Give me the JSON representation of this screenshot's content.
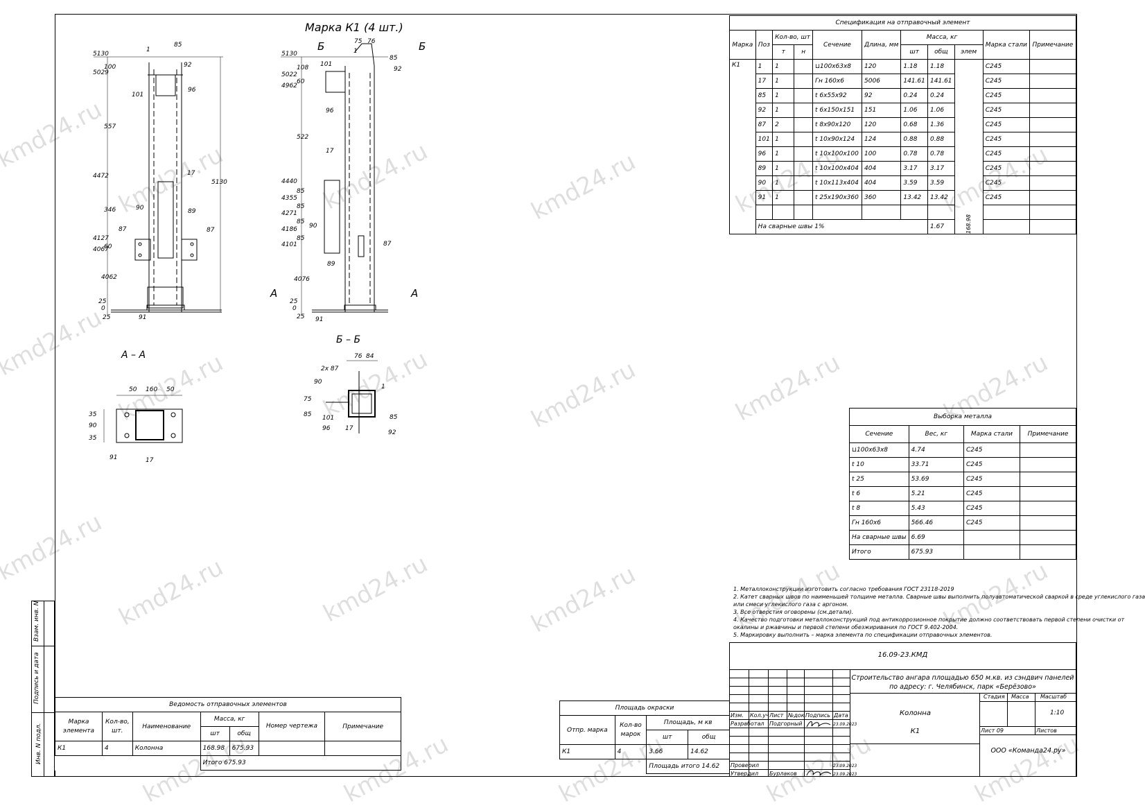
{
  "drawing": {
    "mark_title": "Марка К1 (4 шт.)",
    "section_aa": "А – А",
    "section_bb": "Б – Б",
    "cut_a": "А",
    "cut_b": "Б",
    "left_view": {
      "levels": [
        "5130",
        "5029",
        "4472",
        "4127",
        "4067",
        "25",
        "0"
      ],
      "dims": [
        "100",
        "557",
        "346",
        "60",
        "4062",
        "25",
        "5130"
      ],
      "pos": [
        "1",
        "85",
        "92",
        "101",
        "96",
        "17",
        "90",
        "89",
        "87",
        "87",
        "91"
      ]
    },
    "side_view": {
      "levels": [
        "5130",
        "5022",
        "4962",
        "4440",
        "4355",
        "4271",
        "4186",
        "4101",
        "25",
        "0"
      ],
      "dims": [
        "108",
        "60",
        "522",
        "85",
        "85",
        "85",
        "85",
        "4076",
        "25",
        "75",
        "76"
      ],
      "pos": [
        "1",
        "85",
        "92",
        "101",
        "96",
        "17",
        "90",
        "89",
        "87",
        "91"
      ]
    },
    "aa_view": {
      "dims": [
        "50",
        "160",
        "50",
        "35",
        "90",
        "35"
      ],
      "pos": [
        "91",
        "17"
      ]
    },
    "bb_view": {
      "dims": [
        "76",
        "84",
        "75",
        "85"
      ],
      "pos": [
        "2х 87",
        "90",
        "101",
        "96",
        "17",
        "92",
        "85",
        "1"
      ]
    }
  },
  "spec": {
    "title": "Спецификация на отправочный элемент",
    "headers": {
      "mark": "Марка",
      "pos": "Поз",
      "qty": "Кол-во, шт",
      "t": "т",
      "n": "н",
      "section": "Сечение",
      "length": "Длина, мм",
      "mass": "Масса, кг",
      "sht": "шт",
      "obsh": "общ",
      "elem": "элем",
      "steel": "Марка стали",
      "note": "Примечание"
    },
    "mark_value": "К1",
    "rows": [
      {
        "pos": "1",
        "qty": "1",
        "section": "⊔100х63х8",
        "length": "120",
        "sht": "1.18",
        "obsh": "1.18",
        "steel": "С245"
      },
      {
        "pos": "17",
        "qty": "1",
        "section": "Гн    160х6",
        "length": "5006",
        "sht": "141.61",
        "obsh": "141.61",
        "steel": "С245"
      },
      {
        "pos": "85",
        "qty": "1",
        "section": "t 6х55х92",
        "length": "92",
        "sht": "0.24",
        "obsh": "0.24",
        "steel": "С245"
      },
      {
        "pos": "92",
        "qty": "1",
        "section": "t 6х150х151",
        "length": "151",
        "sht": "1.06",
        "obsh": "1.06",
        "steel": "С245"
      },
      {
        "pos": "87",
        "qty": "2",
        "section": "t 8х90х120",
        "length": "120",
        "sht": "0.68",
        "obsh": "1.36",
        "steel": "С245"
      },
      {
        "pos": "101",
        "qty": "1",
        "section": "t 10х90х124",
        "length": "124",
        "sht": "0.88",
        "obsh": "0.88",
        "steel": "С245"
      },
      {
        "pos": "96",
        "qty": "1",
        "section": "t 10х100х100",
        "length": "100",
        "sht": "0.78",
        "obsh": "0.78",
        "steel": "С245"
      },
      {
        "pos": "89",
        "qty": "1",
        "section": "t 10х100х404",
        "length": "404",
        "sht": "3.17",
        "obsh": "3.17",
        "steel": "С245"
      },
      {
        "pos": "90",
        "qty": "1",
        "section": "t 10х113х404",
        "length": "404",
        "sht": "3.59",
        "obsh": "3.59",
        "steel": "С245"
      },
      {
        "pos": "91",
        "qty": "1",
        "section": "t 25х190х360",
        "length": "360",
        "sht": "13.42",
        "obsh": "13.42",
        "steel": "С245"
      }
    ],
    "welds_label": "На сварные швы 1%",
    "welds_value": "1.67",
    "elem_total": "168.98"
  },
  "metal": {
    "title": "Выборка металла",
    "headers": {
      "section": "Сечение",
      "weight": "Вес, кг",
      "steel": "Марка стали",
      "note": "Примечание"
    },
    "rows": [
      {
        "section": "⊔100х63х8",
        "weight": "4.74",
        "steel": "С245"
      },
      {
        "section": "t 10",
        "weight": "33.71",
        "steel": "С245"
      },
      {
        "section": "t 25",
        "weight": "53.69",
        "steel": "С245"
      },
      {
        "section": "t 6",
        "weight": "5.21",
        "steel": "С245"
      },
      {
        "section": "t 8",
        "weight": "5.43",
        "steel": "С245"
      },
      {
        "section": "Гн    160х6",
        "weight": "566.46",
        "steel": "С245"
      },
      {
        "section": "На сварные швы",
        "weight": "6.69",
        "steel": ""
      },
      {
        "section": "Итого",
        "weight": "675.93",
        "steel": ""
      }
    ]
  },
  "notes": [
    "1. Металлоконструкции изготовить согласно требования ГОСТ 23118-2019",
    "2. Катет сварных швов по наименьшей толщине металла. Сварные швы выполнить полуавтоматической сваркой в среде углекислого газа",
    "или смеси углекислого газа с аргоном.",
    "3. Все отверстия оговорены (см.детали).",
    "4. Качество подготовки металлоконструкций под антикоррозионное покрытие должно соответствовать первой степени очистки от",
    "окалины и   ржавчины и первой степени обезжиривания по ГОСТ 9.402-2004.",
    "5. Маркировку выполнить – марка элемента по спецификации отправочных элементов."
  ],
  "vedomost": {
    "title": "Ведомость отправочных элементов",
    "headers": {
      "mark": "Марка элемента",
      "qty": "Кол-во, шт.",
      "name": "Наименование",
      "mass": "Масса, кг",
      "sht": "шт",
      "obsh": "общ",
      "drawing": "Номер чертежа",
      "note": "Примечание"
    },
    "row": {
      "mark": "К1",
      "qty": "4",
      "name": "Колонна",
      "sht": "168.98",
      "obsh": "675.93"
    },
    "total": "Итого  675.93"
  },
  "paint": {
    "title": "Площадь окраски",
    "headers": {
      "mark": "Отпр. марка",
      "qty": "Кол-во марок",
      "area": "Площадь, м  кв",
      "sht": "шт",
      "obsh": "общ"
    },
    "row": {
      "mark": "К1",
      "qty": "4",
      "sht": "3.66",
      "obsh": "14.62"
    },
    "total": "Площадь итого  14.62"
  },
  "titleblock": {
    "code": "16.09-23.КМД",
    "project": "Строительство ангара площадью 650 м.кв. из сэндвич панелей по адресу: г. Челябинск, парк «Берёзово»",
    "hdr": {
      "izm": "Изм.",
      "kol": "Кол.уч",
      "list": "Лист",
      "ndoc": "№док",
      "sign": "Подпись",
      "date": "Дата"
    },
    "razrab": "Разработал",
    "razrab_name": "Подгорный",
    "razrab_date": "23.09.2023",
    "prov": "Проверил",
    "prov_date": "23.09.2023",
    "utv": "Утвердил",
    "utv_name": "Бурлаков",
    "utv_date": "23.09.2023",
    "element": "Колонна",
    "element_mark": "К1",
    "stage": "Стадия",
    "mass": "Масса",
    "scale_label": "Масштаб",
    "scale": "1:10",
    "sheet": "Лист 09",
    "sheets": "Листов",
    "org": "ООО «Команда24.ру»"
  },
  "side_stamps": [
    "Взам. инв. N",
    "Подпись и дата",
    "Инв. N подл."
  ],
  "watermark": "kmd24.ru"
}
